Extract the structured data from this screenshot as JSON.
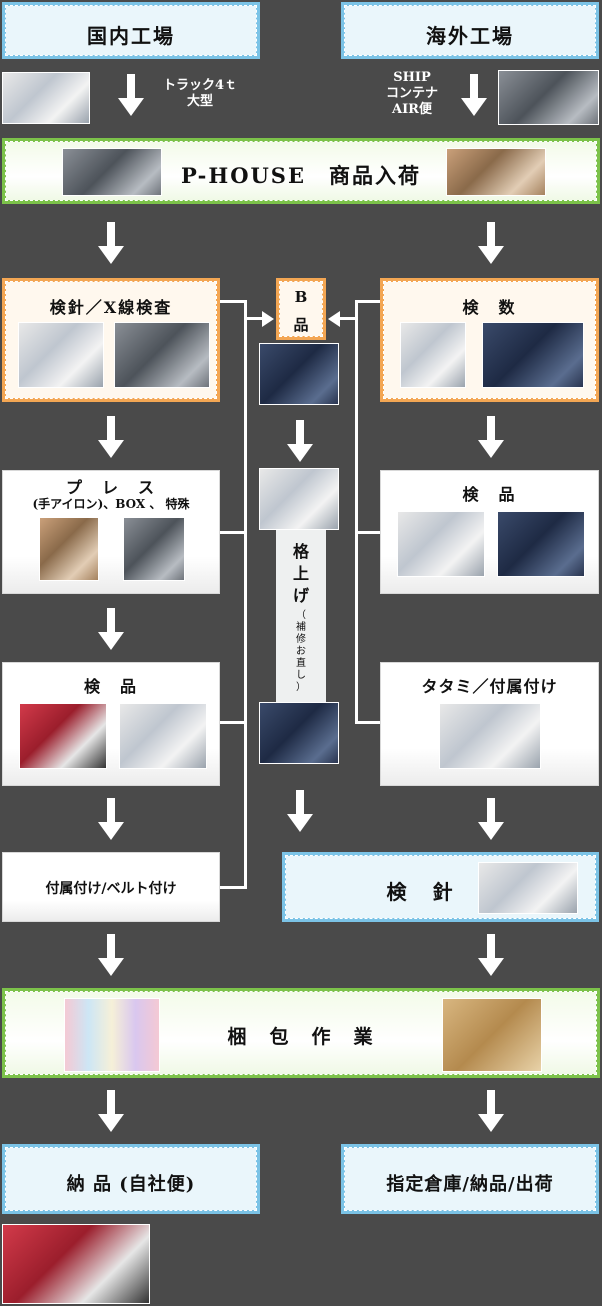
{
  "top": {
    "domestic_factory": "国内工場",
    "overseas_factory": "海外工場",
    "domestic_transport": [
      "トラック4ｔ",
      "大型"
    ],
    "overseas_transport": [
      "SHIP",
      "コンテナ",
      "AIR便"
    ]
  },
  "receiving": {
    "label": "P-HOUSE　商品入荷"
  },
  "left_column": {
    "inspection_xray": "検針／X線検査",
    "press_title": "プ　レ　ス",
    "press_sub": "(手アイロン)、BOX 、 特殊",
    "inspection": "検　品",
    "accessories_belt": "付属付け/ベルト付け"
  },
  "center_column": {
    "b_grade": [
      "B",
      "品"
    ],
    "repair_main": [
      "格",
      "上",
      "げ"
    ],
    "repair_sub": [
      "（",
      "補",
      "修",
      "お",
      "直",
      "し",
      "）"
    ]
  },
  "right_column": {
    "count_check": "検　数",
    "inspection": "検　品",
    "folding_accessories": "タタミ／付属付け",
    "needle_check": "検　針"
  },
  "packing": {
    "label": "梱　包　作　業"
  },
  "delivery": {
    "own_delivery": "納 品 (自社便)",
    "warehouse": "指定倉庫/納品/出荷"
  }
}
